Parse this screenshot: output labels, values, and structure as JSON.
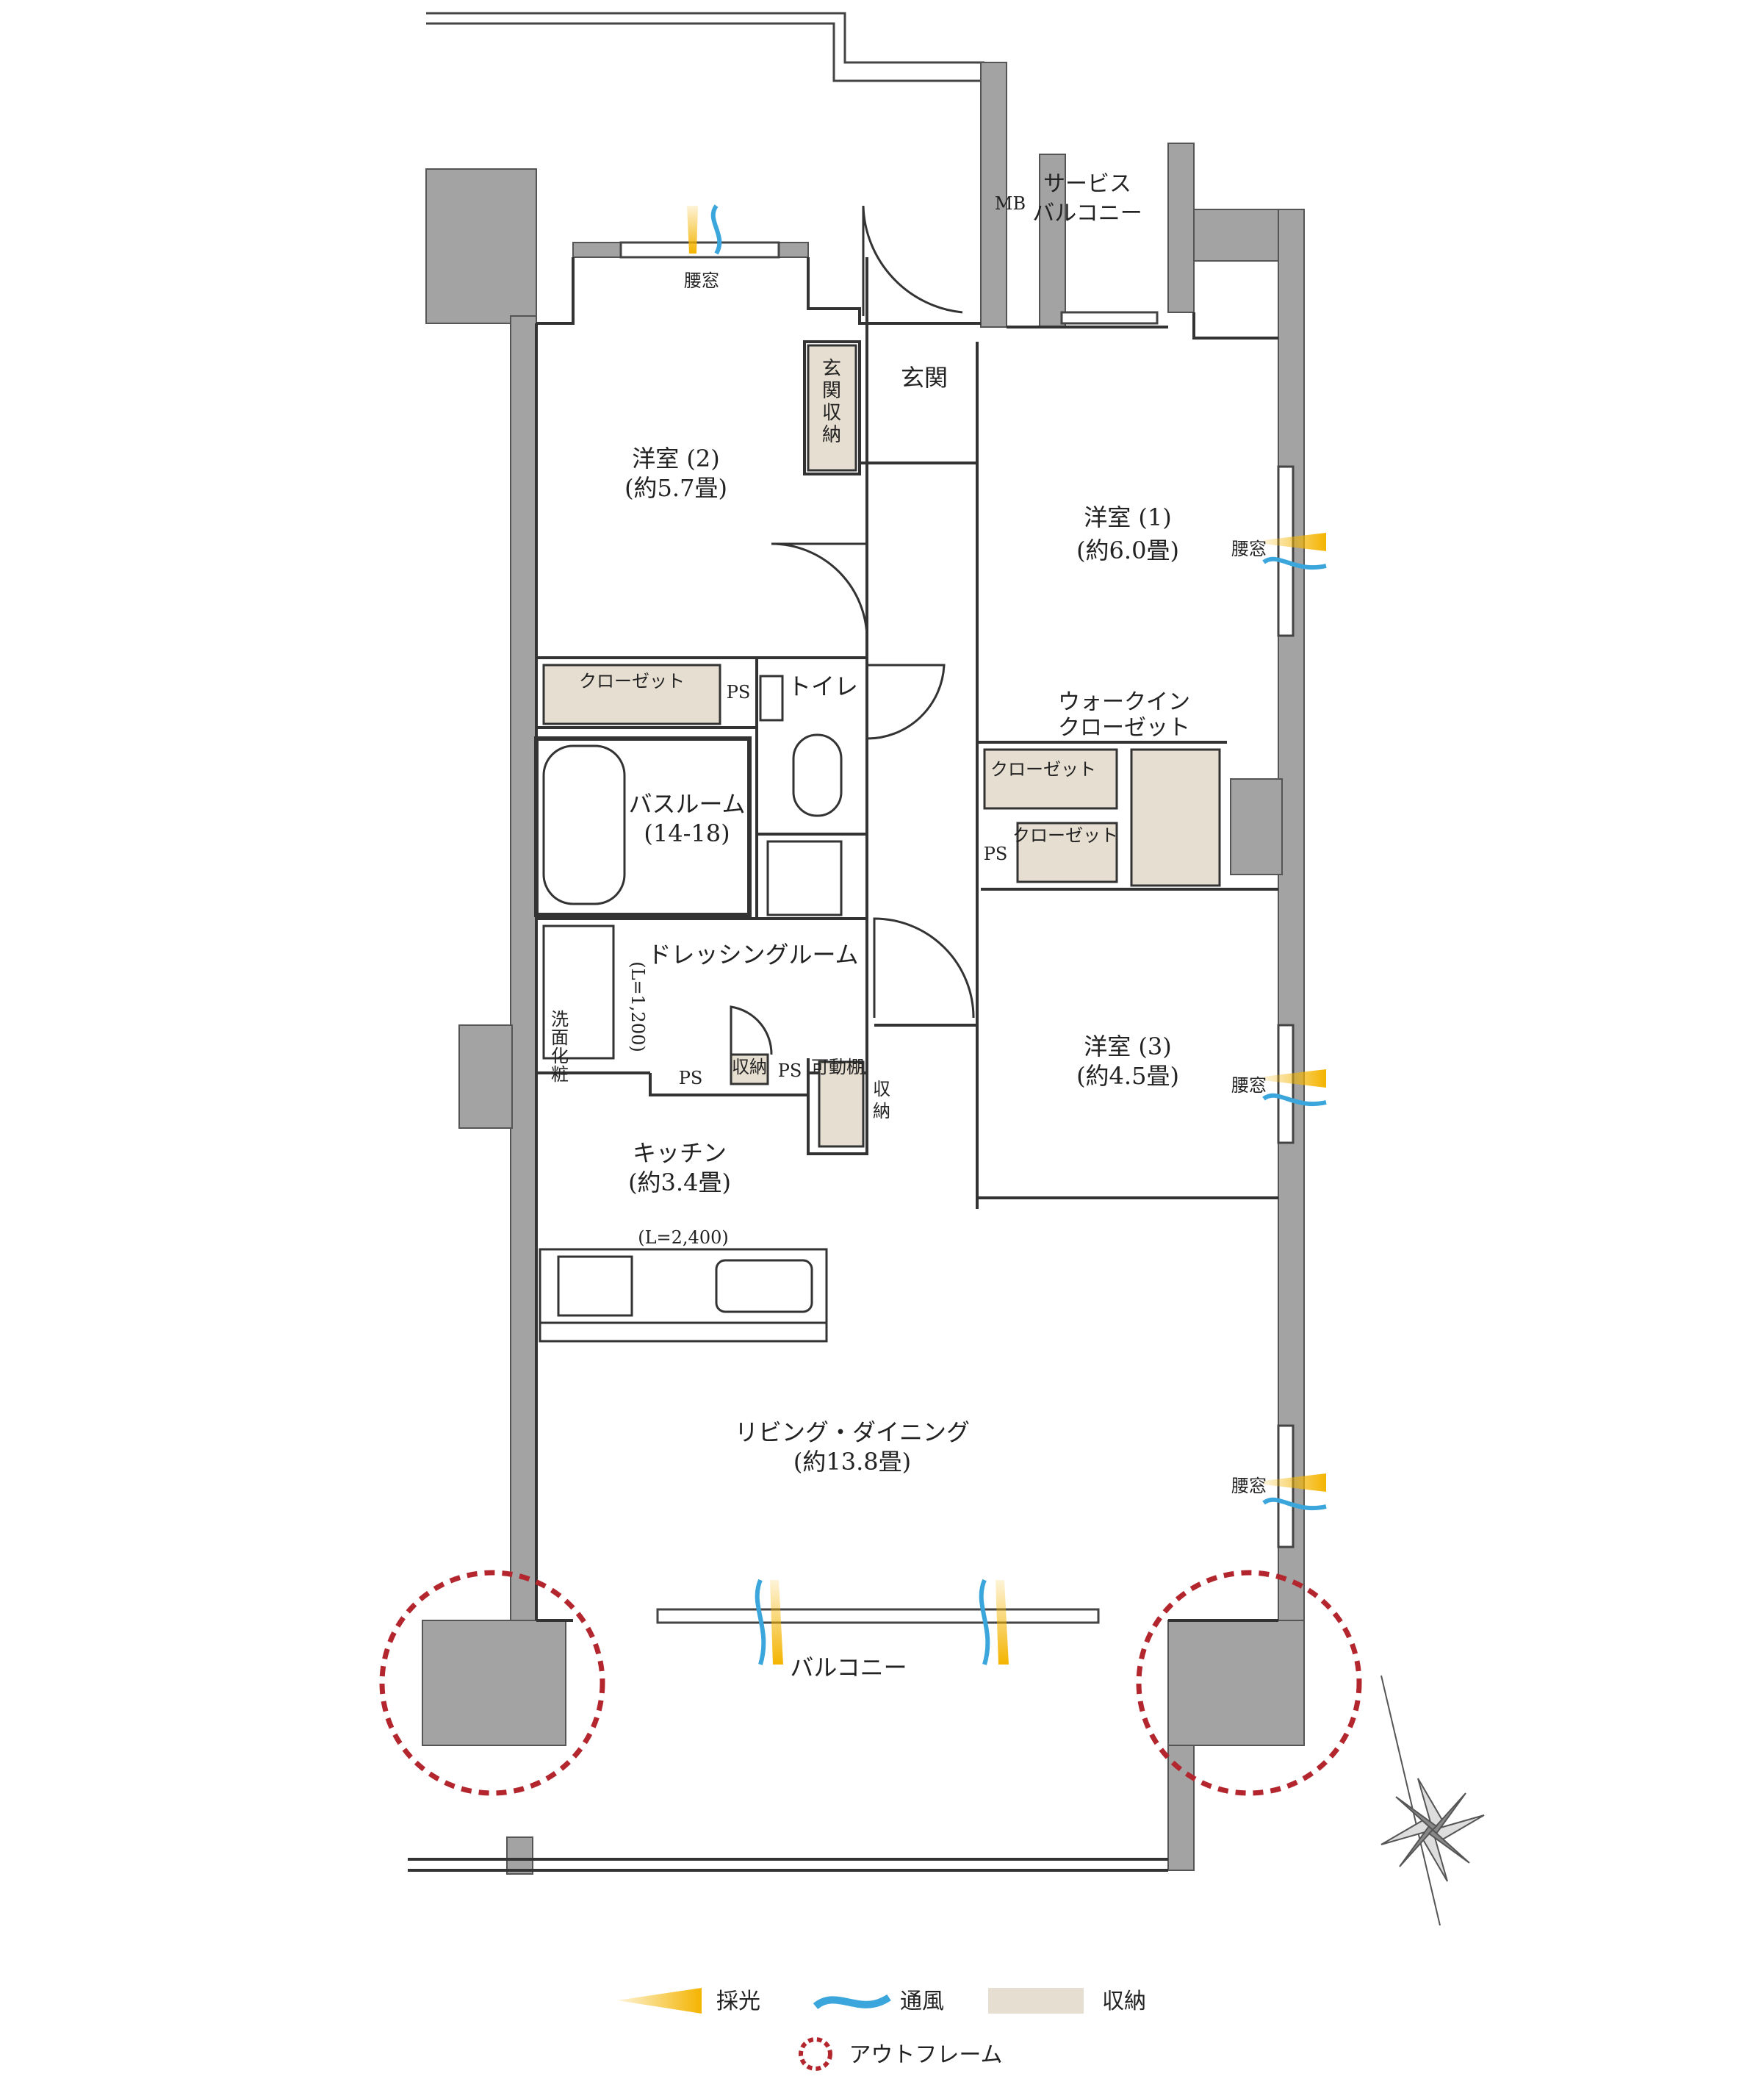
{
  "rooms": {
    "western1": {
      "name": "洋室 (1)",
      "size": "(約6.0畳)"
    },
    "western2": {
      "name": "洋室 (2)",
      "size": "(約5.7畳)"
    },
    "western3": {
      "name": "洋室 (3)",
      "size": "(約4.5畳)"
    },
    "entrance": "玄関",
    "entrance_storage": [
      "玄",
      "関",
      "収",
      "納"
    ],
    "toilet": "トイレ",
    "bathroom": {
      "name": "バスルーム",
      "size": "(14-18)"
    },
    "dressing": "ドレッシングルーム",
    "kitchen": {
      "name": "キッチン",
      "size": "(約3.4畳)",
      "counter": "(L=2,400)"
    },
    "living": {
      "name": "リビング・ダイニング",
      "size": "(約13.8畳)"
    },
    "balcony": "バルコニー",
    "service_balcony": [
      "サービス",
      "バルコニー"
    ],
    "walkin": [
      "ウォークイン",
      "クローゼット"
    ],
    "closet": "クローゼット",
    "mb": "MB",
    "ps": "PS",
    "storage": "収納",
    "movable_shelf": "可動棚",
    "side_storage": [
      "収",
      "納"
    ],
    "vanity": [
      "洗",
      "面",
      "化",
      "粧"
    ],
    "vanity_len": "(L=1,200)",
    "waist_window": "腰窓"
  },
  "legend": {
    "light": "採光",
    "wind": "通風",
    "storage": "収納",
    "outframe": "アウトフレーム"
  },
  "colors": {
    "wall": "#a3a3a3",
    "storage": "#e6ded0",
    "light": "#f4b400",
    "wind": "#3aa6dc",
    "outframe": "#b3262e",
    "line": "#333333"
  }
}
